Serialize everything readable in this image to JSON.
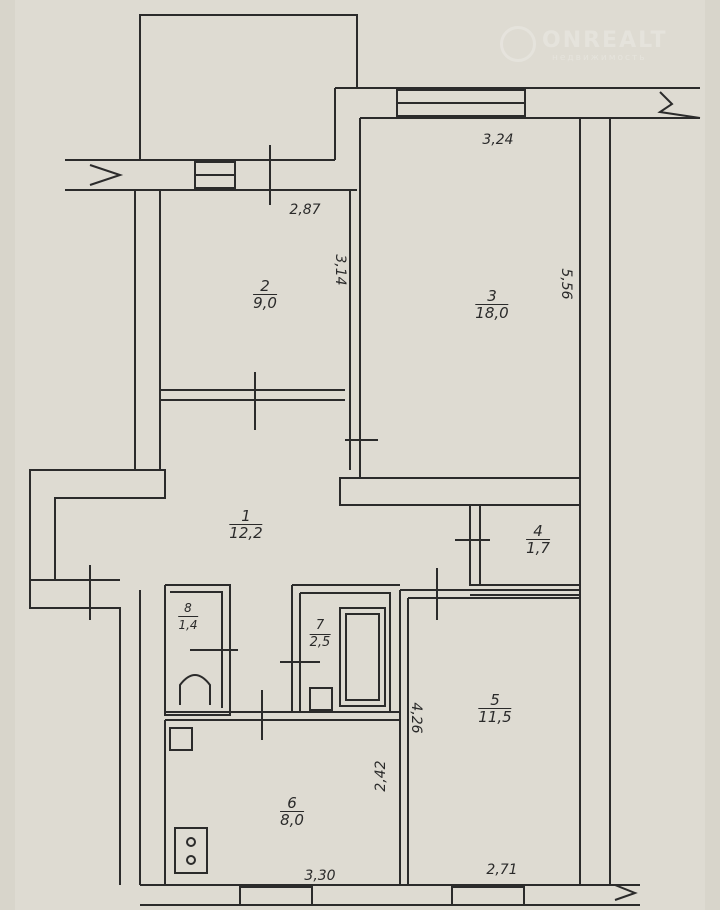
{
  "watermark": {
    "brand": "ONREALT",
    "tagline": "недвижимость"
  },
  "rooms": [
    {
      "num": "1",
      "area": "12,2"
    },
    {
      "num": "2",
      "area": "9,0"
    },
    {
      "num": "3",
      "area": "18,0"
    },
    {
      "num": "4",
      "area": "1,7"
    },
    {
      "num": "5",
      "area": "11,5"
    },
    {
      "num": "6",
      "area": "8,0"
    },
    {
      "num": "7",
      "area": "2,5"
    },
    {
      "num": "8",
      "area": "1,4"
    }
  ],
  "dimensions": {
    "top_room3": "3,24",
    "top_room2": "2,87",
    "room2_side": "3,14",
    "room3_side": "5,56",
    "room5_side": "4,26",
    "room6_side": "2,42",
    "bottom_room6": "3,30",
    "bottom_room5": "2,71"
  }
}
